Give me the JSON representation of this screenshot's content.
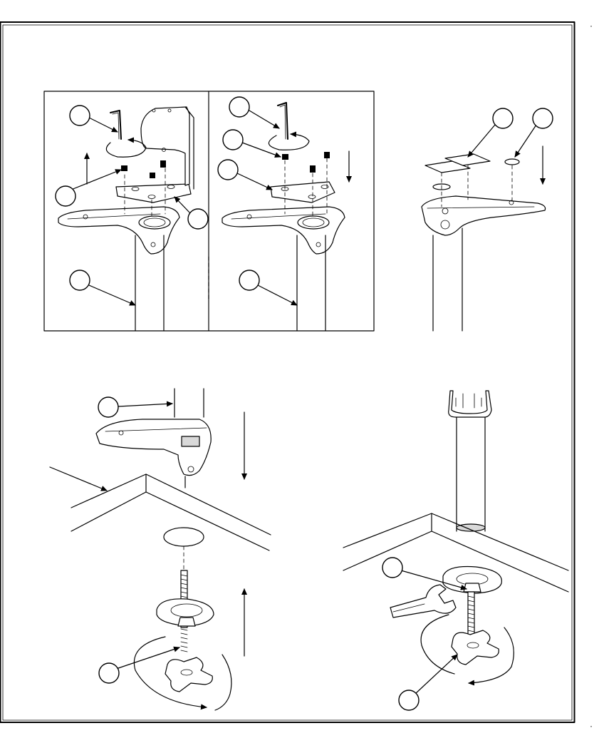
{
  "figure": {
    "panels": [
      "mount-bracket-removal",
      "mount-plate-removal",
      "label-and-cap-install",
      "base-onto-surface",
      "clamp-tightening"
    ],
    "icons": {
      "hex-key": "hex-key-icon",
      "wrench": "wrench-icon",
      "arrow": "arrow-icon",
      "rotate": "rotate-arrow-icon",
      "callout": "callout-circle-icon"
    }
  },
  "colors": {
    "line": "#000000",
    "background": "#ffffff",
    "shade": "#d9d9d9"
  }
}
